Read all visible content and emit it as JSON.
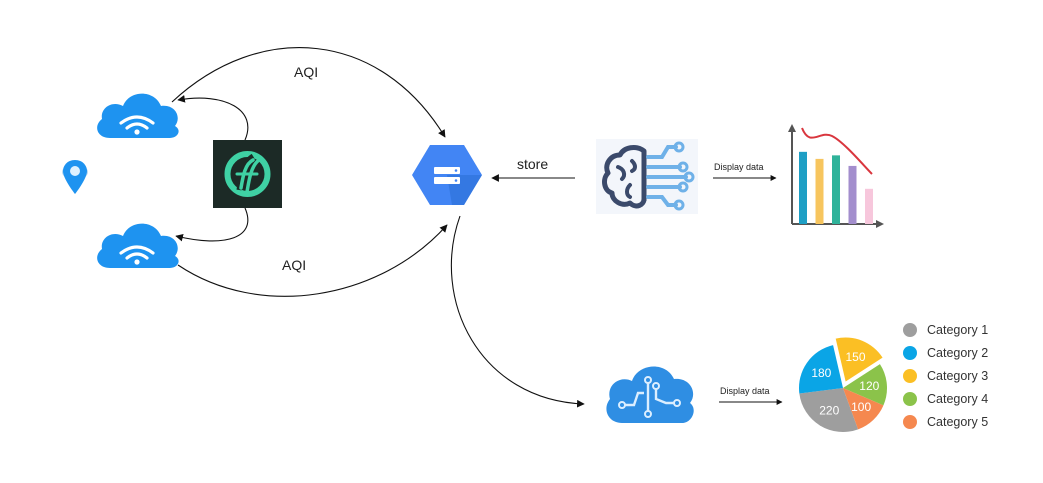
{
  "labels": {
    "aqi_top": "AQI",
    "aqi_bottom": "AQI",
    "store": "store",
    "display_top": "Display data",
    "display_bottom": "Display data"
  },
  "icons": {
    "sensor_top": "cloud-wifi-icon",
    "sensor_bottom": "cloud-wifi-icon",
    "location": "map-pin-icon",
    "gateway": "ff-logo-icon",
    "storage": "cloud-storage-server-icon",
    "ai": "brain-ai-icon",
    "cloud_ai": "cloud-circuit-icon",
    "bar_chart": "bar-chart-icon",
    "pie_chart": "pie-chart-icon"
  },
  "colors": {
    "cloud_blue": "#2196f3",
    "storage_blue": "#4285f4",
    "gateway_bg": "#1c2a26",
    "gateway_accent": "#3fd1a4",
    "brain_dark": "#3b4a6b",
    "brain_light": "#6fb1e8"
  },
  "chart_data": [
    {
      "type": "bar",
      "title": "",
      "xlabel": "",
      "ylabel": "",
      "categories": [
        "",
        "",
        "",
        "",
        ""
      ],
      "values": [
        82,
        74,
        78,
        66,
        40
      ],
      "colors": [
        "#1e9fc5",
        "#f7c55e",
        "#2fb39a",
        "#a38ecd",
        "#f7c7dc"
      ],
      "trend_line_color": "#d9363e"
    },
    {
      "type": "pie",
      "slices": [
        {
          "name": "Category 1",
          "value": 220,
          "color": "#9e9e9e"
        },
        {
          "name": "Category 2",
          "value": 180,
          "color": "#0aa5e6"
        },
        {
          "name": "Category 3",
          "value": 150,
          "color": "#fbbf24"
        },
        {
          "name": "Category 4",
          "value": 120,
          "color": "#8bc34a"
        },
        {
          "name": "Category 5",
          "value": 100,
          "color": "#f5884f"
        }
      ]
    }
  ]
}
